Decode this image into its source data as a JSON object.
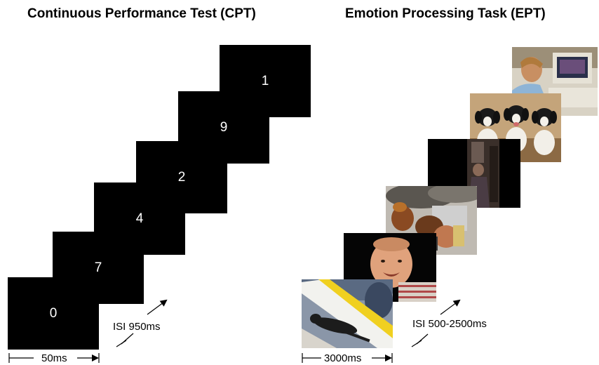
{
  "titles": {
    "cpt": "Continuous Performance Test (CPT)",
    "ept": "Emotion Processing Task (EPT)"
  },
  "cpt": {
    "digits": [
      "0",
      "7",
      "4",
      "2",
      "9",
      "1"
    ],
    "isi_label": "ISI 950ms",
    "duration_label": "50ms"
  },
  "ept": {
    "photos": [
      {
        "name": "cat-on-street-photo"
      },
      {
        "name": "smiling-baby-photo"
      },
      {
        "name": "firefighters-photo"
      },
      {
        "name": "dark-interior-photo"
      },
      {
        "name": "puppies-photo"
      },
      {
        "name": "man-at-computer-photo"
      }
    ],
    "isi_label": "ISI 500-2500ms",
    "duration_label": "3000ms"
  }
}
